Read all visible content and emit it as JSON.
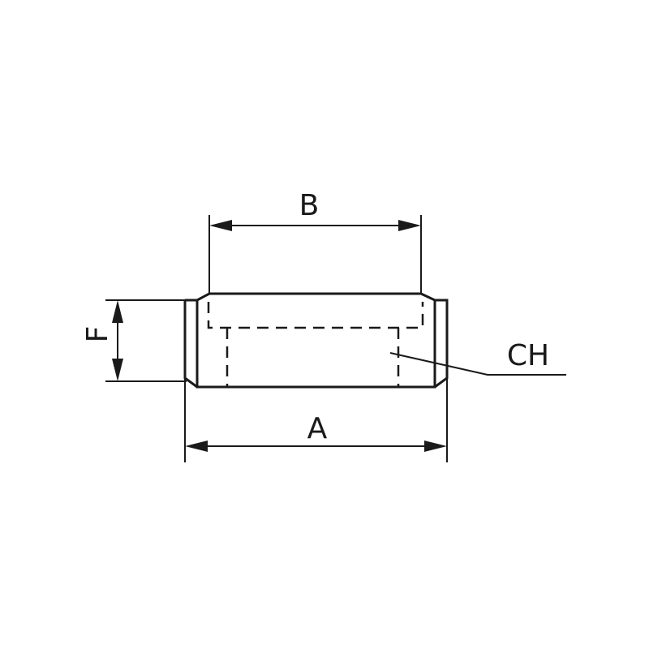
{
  "labels": {
    "b": "B",
    "a": "A",
    "f": "F",
    "ch": "CH"
  },
  "colors": {
    "line": "#1a1a1a",
    "background": "#ffffff"
  }
}
